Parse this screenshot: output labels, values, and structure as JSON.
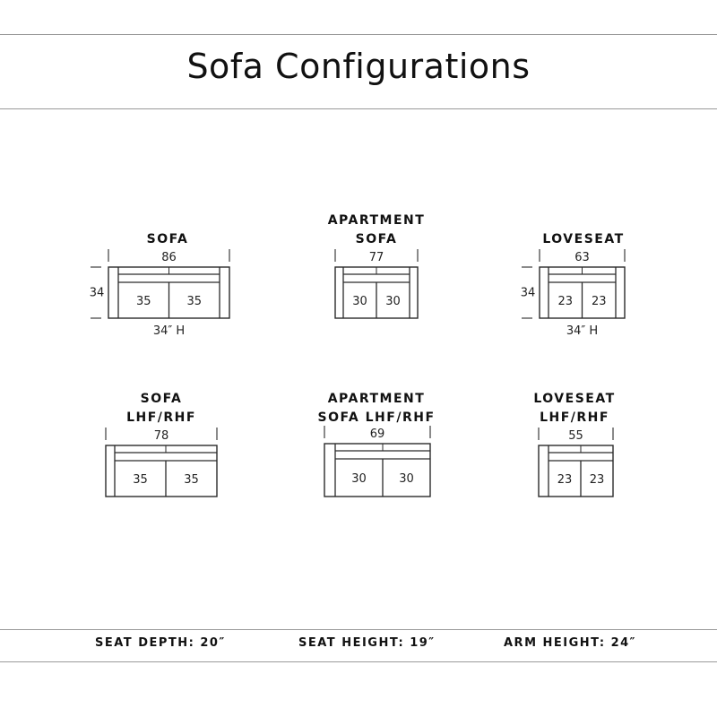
{
  "title": "Sofa Configurations",
  "configurations": [
    {
      "id": "sofa",
      "label_lines": [
        "SOFA"
      ],
      "width": "86",
      "seats": [
        "35",
        "35"
      ],
      "depth": "34",
      "height_note": "34″ H",
      "arms": "both"
    },
    {
      "id": "apartment-sofa",
      "label_lines": [
        "APARTMENT",
        "SOFA"
      ],
      "width": "77",
      "seats": [
        "30",
        "30"
      ],
      "arms": "both"
    },
    {
      "id": "loveseat",
      "label_lines": [
        "LOVESEAT"
      ],
      "width": "63",
      "seats": [
        "23",
        "23"
      ],
      "depth": "34",
      "height_note": "34″ H",
      "arms": "both"
    },
    {
      "id": "sofa-lhf-rhf",
      "label_lines": [
        "SOFA",
        "LHF/RHF"
      ],
      "width": "78",
      "seats": [
        "35",
        "35"
      ],
      "arms": "left"
    },
    {
      "id": "apartment-sofa-lhf-rhf",
      "label_lines": [
        "APARTMENT",
        "SOFA LHF/RHF"
      ],
      "width": "69",
      "seats": [
        "30",
        "30"
      ],
      "arms": "left"
    },
    {
      "id": "loveseat-lhf-rhf",
      "label_lines": [
        "LOVESEAT",
        "LHF/RHF"
      ],
      "width": "55",
      "seats": [
        "23",
        "23"
      ],
      "arms": "left"
    }
  ],
  "specs": {
    "seat_depth": "SEAT DEPTH: 20″",
    "seat_height": "SEAT HEIGHT: 19″",
    "arm_height": "ARM HEIGHT: 24″"
  },
  "colors": {
    "line": "#2a2a2a",
    "rule": "#9a9a9a"
  }
}
